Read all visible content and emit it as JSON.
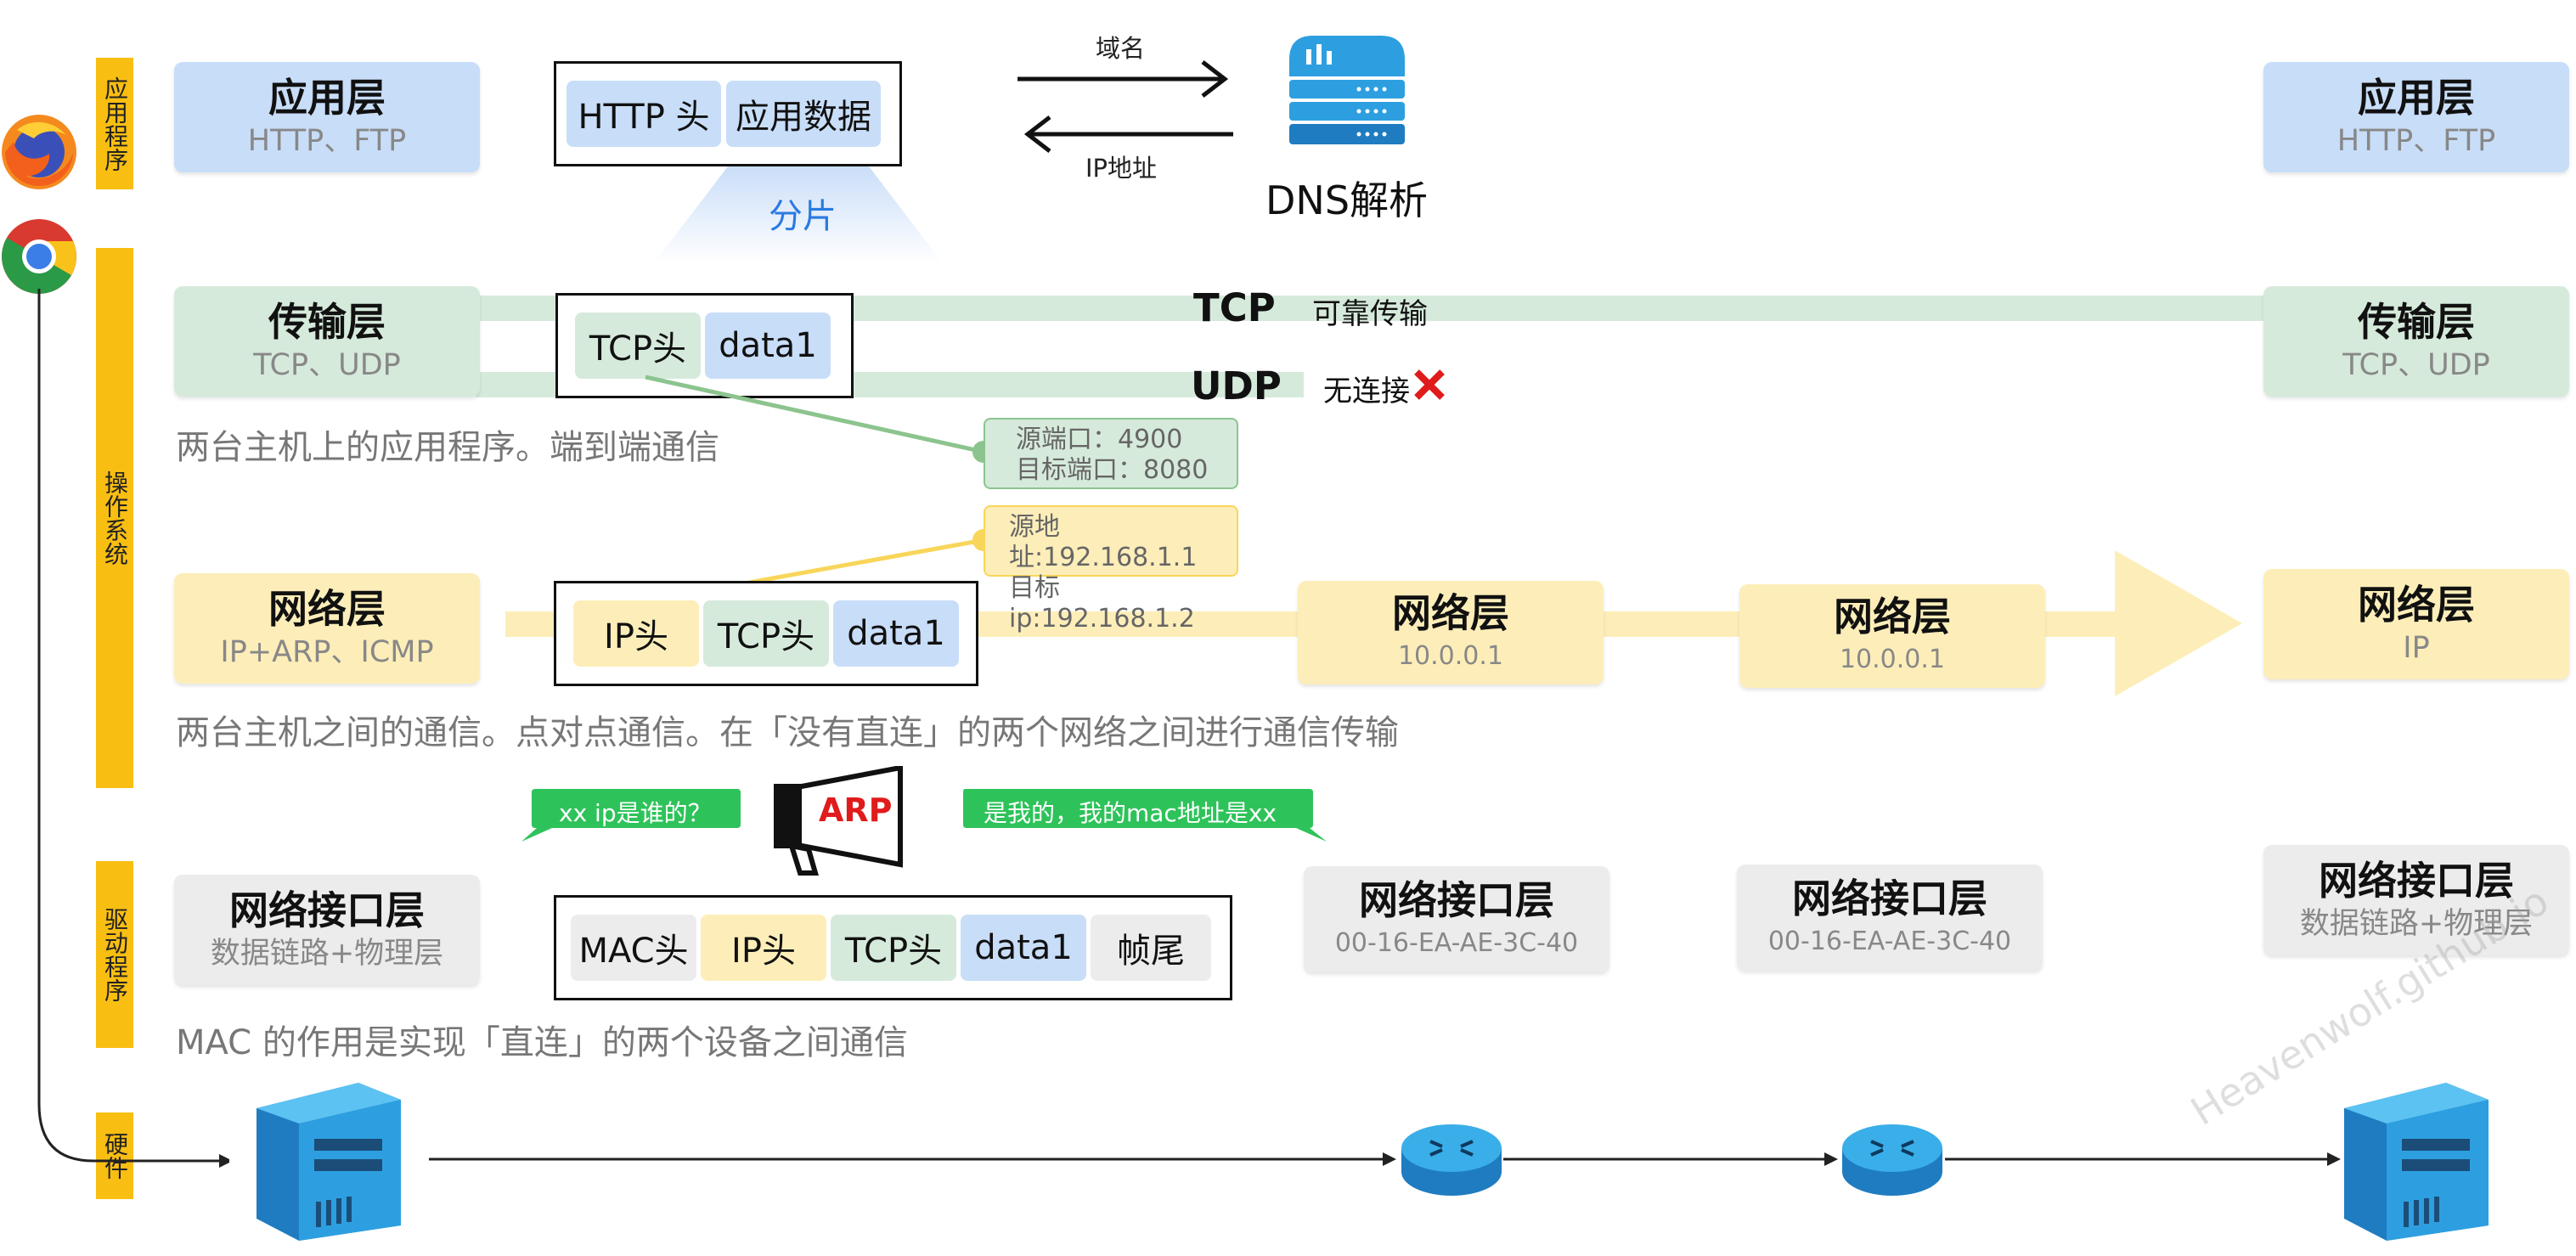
{
  "colors": {
    "app": "#c8ddf8",
    "transport": "#d6eadb",
    "network": "#fdeeb9",
    "link": "#ececec",
    "sidebar": "#f8be12",
    "arp_bubble": "#2ec35a",
    "server": "#2d9fe0",
    "cross": "#e01b1b"
  },
  "sidebar": {
    "app": "应用程序",
    "os": "操作系统",
    "driver": "驱动程序",
    "hardware": "硬件"
  },
  "browsers": [
    "firefox-icon",
    "chrome-icon"
  ],
  "app_layer": {
    "title": "应用层",
    "sub": "HTTP、FTP"
  },
  "app_packet": [
    "HTTP 头",
    "应用数据"
  ],
  "fragment_label": "分片",
  "dns": {
    "domain_label": "域名",
    "ip_label": "IP地址",
    "title": "DNS解析"
  },
  "transport_layer": {
    "title": "传输层",
    "sub": "TCP、UDP"
  },
  "transport_packet": [
    "TCP头",
    "data1"
  ],
  "tcp": {
    "name": "TCP",
    "desc": "可靠传输"
  },
  "udp": {
    "name": "UDP",
    "desc": "无连接"
  },
  "transport_note": "两台主机上的应用程序。端到端通信",
  "port_box": {
    "line1": "源端口：4900",
    "line2": "目标端口：8080"
  },
  "ip_box": {
    "line1": "源地址:192.168.1.1",
    "line2": "目标ip:192.168.1.2"
  },
  "network_layer": {
    "title": "网络层",
    "sub": "IP+ARP、ICMP"
  },
  "network_packet": [
    "IP头",
    "TCP头",
    "data1"
  ],
  "router1_net": {
    "title": "网络层",
    "sub": "10.0.0.1"
  },
  "router2_net": {
    "title": "网络层",
    "sub": "10.0.0.1"
  },
  "right_network": {
    "title": "网络层",
    "sub": "IP"
  },
  "network_note": "两台主机之间的通信。点对点通信。在「没有直连」的两个网络之间进行通信传输",
  "arp": {
    "label": "ARP",
    "question": "xx ip是谁的？",
    "answer": "是我的，我的mac地址是xx"
  },
  "link_layer": {
    "title": "网络接口层",
    "sub": "数据链路+物理层"
  },
  "link_packet": [
    "MAC头",
    "IP头",
    "TCP头",
    "data1",
    "帧尾"
  ],
  "router1_link": {
    "title": "网络接口层",
    "sub": "00-16-EA-AE-3C-40"
  },
  "router2_link": {
    "title": "网络接口层",
    "sub": "00-16-EA-AE-3C-40"
  },
  "right_link": {
    "title": "网络接口层",
    "sub": "数据链路+物理层"
  },
  "link_note": "MAC 的作用是实现「直连」的两个设备之间通信",
  "right_app": {
    "title": "应用层",
    "sub": "HTTP、FTP"
  },
  "right_transport": {
    "title": "传输层",
    "sub": "TCP、UDP"
  },
  "watermark": "Heavenwolf.github.io"
}
